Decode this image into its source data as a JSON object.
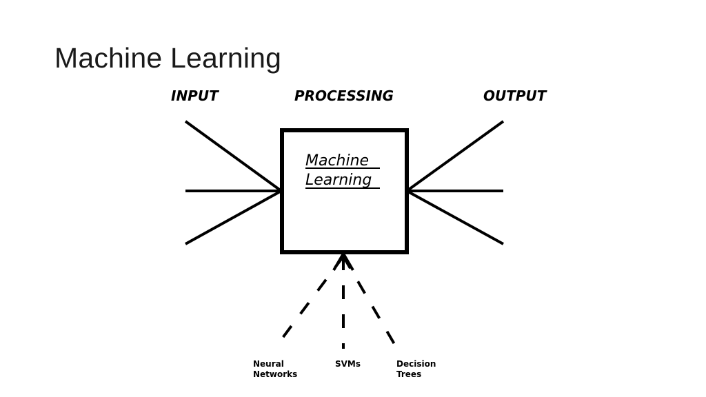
{
  "slide": {
    "title": "Machine Learning"
  },
  "diagram": {
    "headers": {
      "input": "INPUT",
      "processing": "PROCESSING",
      "output": "OUTPUT"
    },
    "box": {
      "line1": "Machine",
      "line2": "Learning"
    },
    "techniques": {
      "neural_line1": "Neural",
      "neural_line2": "Networks",
      "svms": "SVMs",
      "decision_line1": "Decision",
      "decision_line2": "Trees"
    },
    "colors": {
      "ink": "#000000",
      "title": "#1a1a1a",
      "background": "#ffffff"
    }
  }
}
